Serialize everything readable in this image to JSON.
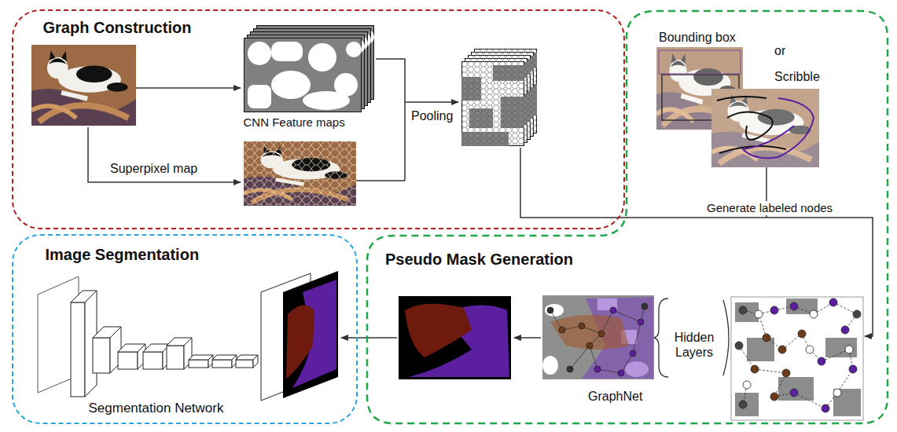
{
  "diagram": {
    "nodes": [
      {
        "text": [
          "Graph Construction"
        ]
      },
      {
        "text": [
          "CNN Feature maps"
        ],
        "in": 0
      },
      {
        "text": [
          "Pseudo Mask Generation"
        ]
      },
      {
        "text": [
          "Bounding box"
        ],
        "in": 2
      },
      {
        "text": [
          "Scribble"
        ],
        "in": 2
      },
      {
        "text": [
          "GraphNet"
        ],
        "in": 2
      },
      {
        "text": [
          "Image Segmentation"
        ]
      },
      {
        "text": [
          "Segmentation Network"
        ],
        "in": 6
      }
    ],
    "labels": [
      "Superpixel map",
      "Pooling",
      "or",
      "Generate labeled nodes",
      "Hidden Layers"
    ]
  }
}
